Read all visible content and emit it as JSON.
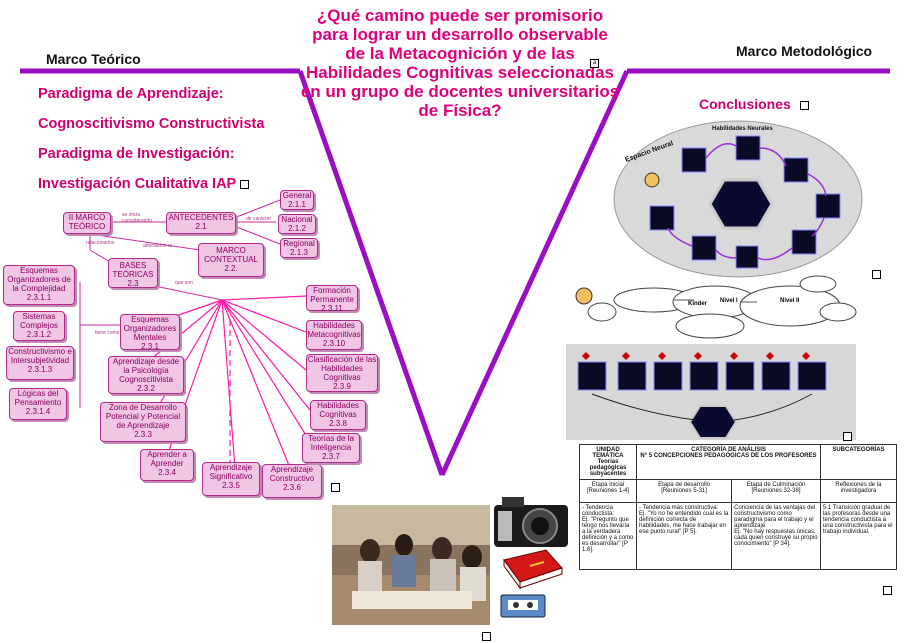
{
  "title": "¿Qué camino puede ser promisorio para lograr un desarrollo observable de la Metacognición y de las Habilidades Cognitivas seleccionadas en un grupo de docentes universitarios de Física?",
  "title_marker": "a",
  "left_section": {
    "label": "Marco Teórico",
    "lines": [
      "Paradigma de Aprendizaje:",
      "Cognoscitivismo Constructivista",
      "Paradigma de Investigación:",
      "Investigación Cualitativa IAP"
    ]
  },
  "right_section": {
    "label": "Marco Metodológico",
    "conclusions": "Conclusiones"
  },
  "concept_map": {
    "root": "II MARCO TEÓRICO",
    "antecedentes": "ANTECEDENTES\n2.1",
    "marco_contextual": "MARCO CONTEXTUAL\n2.2.",
    "bases_teoricas": "BASES TEÓRICAS\n2.3",
    "general": "General\n2.1.1",
    "nacional": "Nacional\n2.1.2",
    "regional": "Regional\n2.1.3",
    "left_items": [
      "Esquemas Organizadores de la Complejidad\n2.3.1.1",
      "Sistemas Complejos\n2.3.1.2",
      "Constructivismo e Intersubjetividad\n2.3.1.3",
      "Lógicas del Pensamiento\n2.3.1.4"
    ],
    "center_items": [
      "Esquemas Organizadores Mentales\n2.3.1",
      "Aprendizaje desde la Psicología Cognoscitivista\n2.3.2",
      "Zona de Desarrollo Potencial y Potencial de Aprendizaje\n2.3.3",
      "Aprender a Aprender\n2.3.4",
      "Aprendizaje Significativo\n2.3.5",
      "Aprendizaje Constructivo\n2.3.6"
    ],
    "right_items": [
      "Formación Permanente\n2.3.11",
      "Habilidades Metacognitivas\n2.3.10",
      "Clasificación de las Habilidades Cognitivas\n2.3.9",
      "Habilidades Cognitivas\n2.3.8",
      "Teorías de la Inteligencia\n2.3.7"
    ],
    "notes": [
      "se inicia considerando",
      "de carácter",
      "relacionados",
      "abordados al",
      "que son",
      "tiene como"
    ]
  },
  "method_panels": {
    "cycle_label": "Espacio Neural",
    "cycle_top": "Habilidades Neurales",
    "map_notes": [
      "Kinder",
      "Nivel I",
      "Nivel II"
    ]
  },
  "analysis_table": {
    "col1_header": "UNIDAD TEMÁTICA\nTeorías pedagógicas subyacentes",
    "col2_header": "CATEGORÍA DE ANÁLISIS\nN° 5 CONCEPCIONES PEDAGÓGICAS DE LOS PROFESORES",
    "col3_header": "SUBCATEGORÍAS",
    "stage1": "Etapa inicial\n[Reuniones 1-4]",
    "stage2": "Etapa de desarrollo\n[Reuniones 5-31]",
    "stage3": "Etapa de Culminación\n[Reuniones 32-38]",
    "stage4": "Reflexiones de la investigadora",
    "cell1": "- Tendencia conductista:\nEj. \"Pregunto que tengo nos llevaría a la verdadera definición y a como es desarrollar\" [P 1.6].",
    "cell2": "- Tendencia más constructiva:\nEj. \"Yo no he entendido cual es la definición correcta de habilidades, me hace trabajar en ese punto rural\" [P 5].",
    "cell3": "Conciencia de las ventajas del constructivismo como paradigma para el trabajo y el aprendizaje.\nEj. \"No hay respuestas únicas, cada quien construye su propio conocimiento\" [P 34].",
    "cell4": "5.1 Transición gradual de las profesoras desde una tendencia conductista a una constructivista para el trabajo individual."
  },
  "colors": {
    "accent": "#d0006f",
    "purple_line": "#9b0fc4",
    "box_fill": "#f0c6e4",
    "box_border": "#b02a8a"
  }
}
